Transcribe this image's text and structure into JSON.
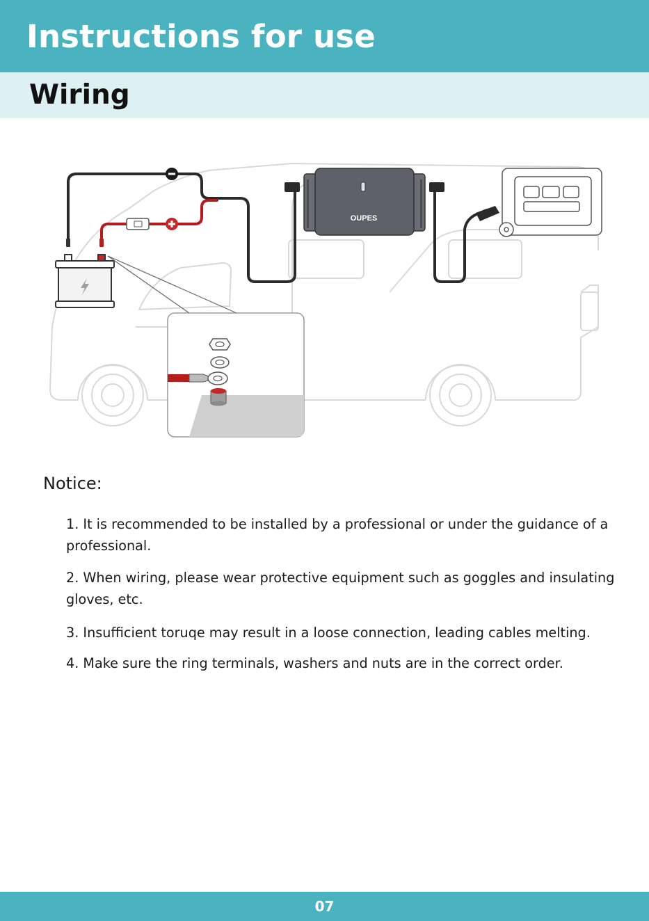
{
  "header": {
    "title": "Instructions for use"
  },
  "section": {
    "title": "Wiring"
  },
  "diagram": {
    "device_logo": "OUPES",
    "negative_symbol": "−",
    "positive_symbol": "+"
  },
  "notice": {
    "title": "Notice:",
    "items": [
      "1. It is recommended to be installed by a professional or under the guidance of a professional.",
      "2. When wiring, please wear protective equipment  such as goggles and insulating gloves, etc.",
      "3. Insufficient toruqe may result in a loose connection, leading cables melting.",
      "4. Make sure the ring terminals, washers and nuts are in the correct order."
    ]
  },
  "footer": {
    "page_number": "07"
  },
  "colors": {
    "brand_teal": "#4ab3bf",
    "light_teal": "#ddf0f2",
    "positive_red": "#c62828",
    "device_gray": "#5e6167"
  }
}
